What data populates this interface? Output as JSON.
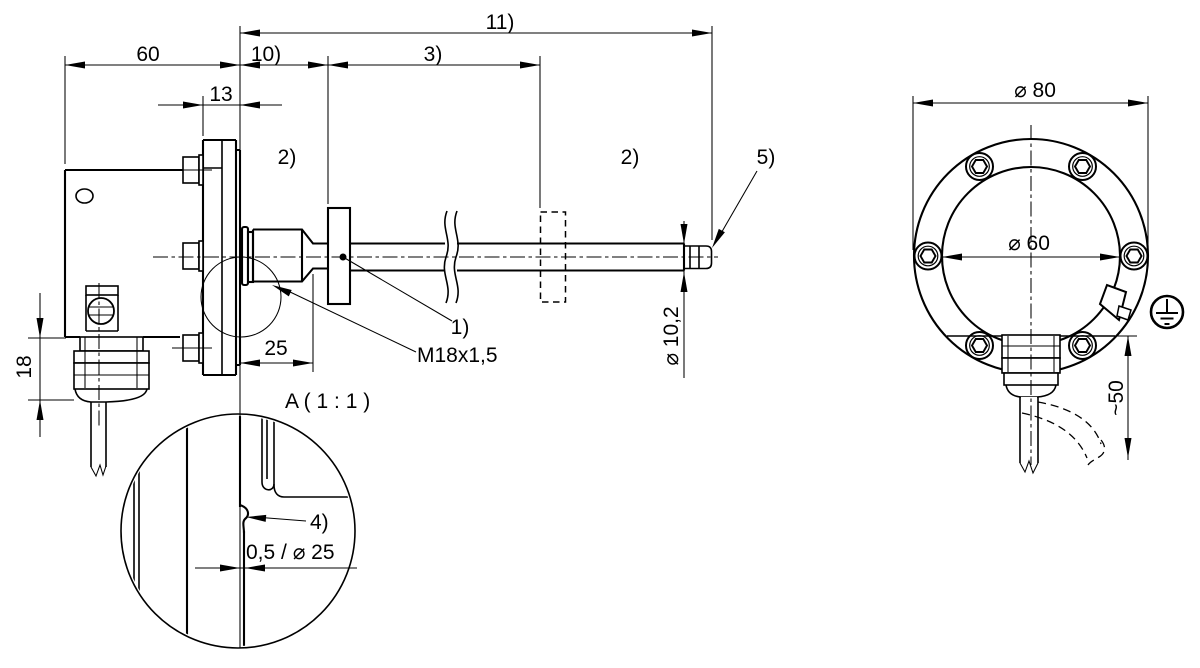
{
  "drawing": {
    "side": {
      "dim_total": "11)",
      "dim_60": "60",
      "dim_10": "10)",
      "dim_3": "3)",
      "dim_13": "13",
      "dim_25": "25",
      "dim_18": "18",
      "dim_probe_dia": "⌀ 10,2",
      "note_2_left": "2)",
      "note_2_right": "2)",
      "note_1": "1)",
      "note_5": "5)",
      "thread_label": "M18x1,5"
    },
    "detail": {
      "title": "A  ( 1 : 1 )",
      "note_4": "4)",
      "dim_step": "0,5 /  ⌀ 25"
    },
    "face": {
      "dim_outer": "⌀ 80",
      "dim_inner": "⌀ 60",
      "dim_cable": "~50"
    }
  }
}
